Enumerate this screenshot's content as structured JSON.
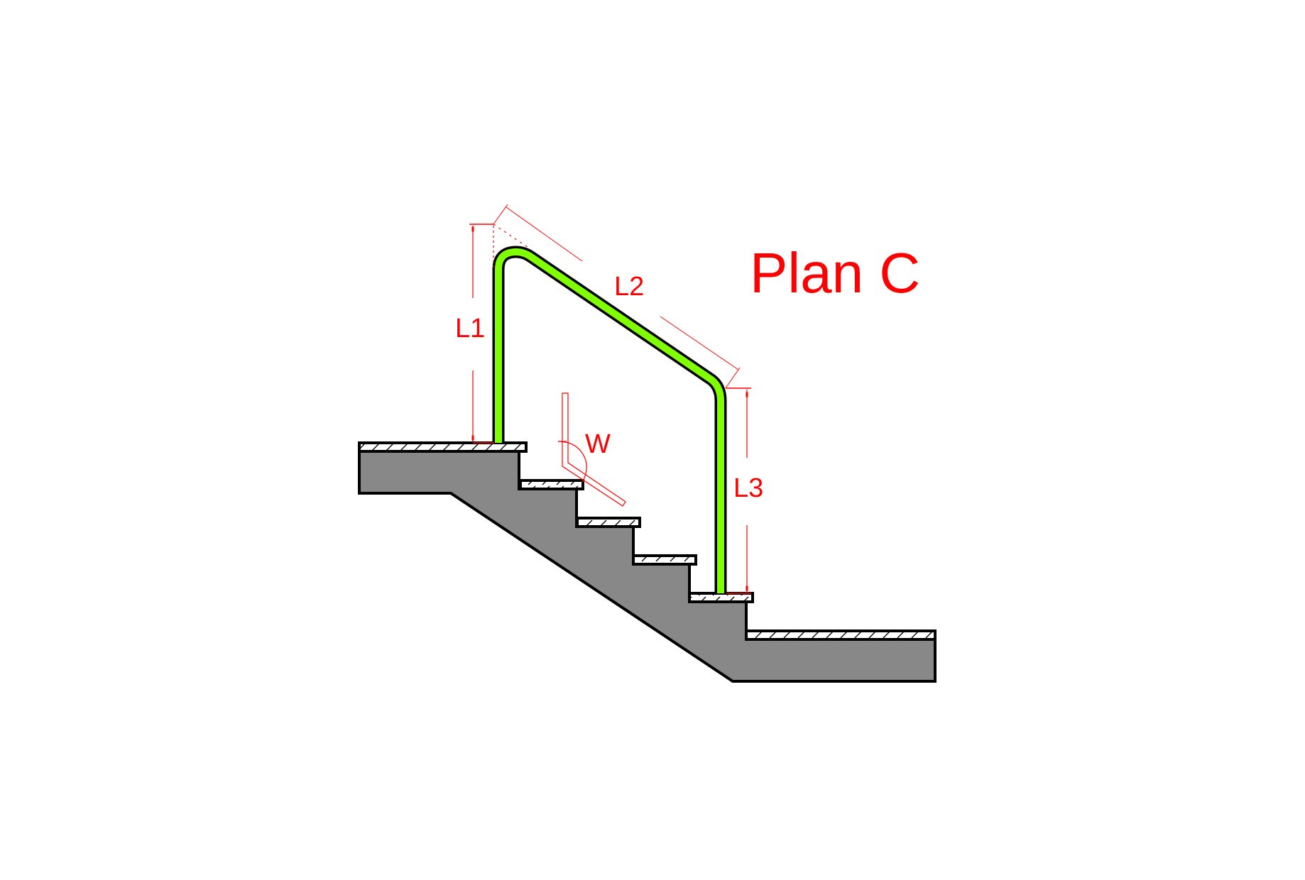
{
  "diagram": {
    "title": "Plan C",
    "subject": "stair handrail",
    "labels": {
      "l1": "L1",
      "l2": "L2",
      "l3": "L3",
      "w": "W"
    },
    "colors": {
      "annotation": "#ff0000",
      "handrail": "#80ff00",
      "outline": "#000000",
      "concrete": "#888888",
      "tread": "#ffffff",
      "background": "#ffffff"
    },
    "stair": {
      "step_count": 4,
      "top_landing": true,
      "bottom_landing": true
    }
  }
}
